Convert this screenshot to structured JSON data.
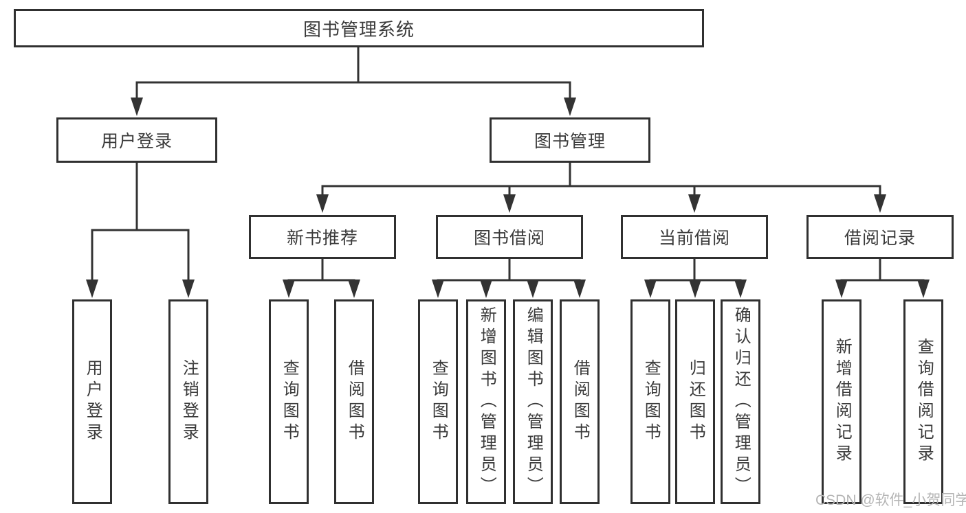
{
  "colors": {
    "background": "#ffffff",
    "box_border": "#303030",
    "connector": "#333333",
    "text": "#3a3a3a",
    "watermark": "#b5b5b5"
  },
  "watermark": {
    "text": "CSDN @软件_小贺同学"
  },
  "tree": {
    "label": "图书管理系统",
    "children": [
      {
        "label": "用户登录",
        "children": [
          {
            "label": "用户登录"
          },
          {
            "label": "注销登录"
          }
        ]
      },
      {
        "label": "图书管理",
        "children": [
          {
            "label": "新书推荐",
            "children": [
              {
                "label": "查询图书"
              },
              {
                "label": "借阅图书"
              }
            ]
          },
          {
            "label": "图书借阅",
            "children": [
              {
                "label": "查询图书"
              },
              {
                "label": "新增图书（管理员）"
              },
              {
                "label": "编辑图书（管理员）"
              },
              {
                "label": "借阅图书"
              }
            ]
          },
          {
            "label": "当前借阅",
            "children": [
              {
                "label": "查询图书"
              },
              {
                "label": "归还图书"
              },
              {
                "label": "确认归还（管理员）"
              }
            ]
          },
          {
            "label": "借阅记录",
            "children": [
              {
                "label": "新增借阅记录"
              },
              {
                "label": "查询借阅记录"
              }
            ]
          }
        ]
      }
    ]
  }
}
